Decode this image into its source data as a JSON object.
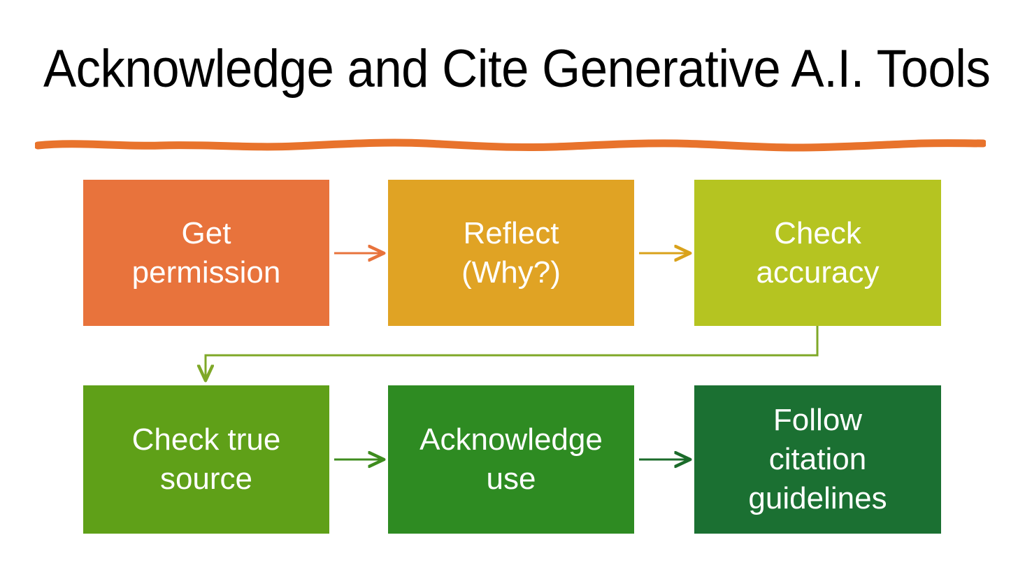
{
  "slide": {
    "title": "Acknowledge and Cite Generative A.I. Tools",
    "background_color": "#FFFFFF",
    "title_color": "#000000"
  },
  "divider": {
    "name": "wavy-orange-rule",
    "color": "#E8732C"
  },
  "flow": {
    "type": "process-flowchart",
    "layout": "3-columns-x-2-rows-serpentine",
    "nodes": [
      {
        "id": "step-1",
        "order": 1,
        "label": "Get\npermission",
        "color": "#E8733C",
        "text_color": "#FFFFFF",
        "row": 1,
        "col": 1
      },
      {
        "id": "step-2",
        "order": 2,
        "label": "Reflect\n(Why?)",
        "color": "#E0A324",
        "text_color": "#FFFFFF",
        "row": 1,
        "col": 2
      },
      {
        "id": "step-3",
        "order": 3,
        "label": "Check\naccuracy",
        "color": "#B5C421",
        "text_color": "#FFFFFF",
        "row": 1,
        "col": 3
      },
      {
        "id": "step-4",
        "order": 4,
        "label": "Check true\nsource",
        "color": "#5FA018",
        "text_color": "#FFFFFF",
        "row": 2,
        "col": 1
      },
      {
        "id": "step-5",
        "order": 5,
        "label": "Acknowledge\nuse",
        "color": "#2E8B22",
        "text_color": "#FFFFFF",
        "row": 2,
        "col": 2
      },
      {
        "id": "step-6",
        "order": 6,
        "label": "Follow\ncitation\nguidelines",
        "color": "#1B7032",
        "text_color": "#FFFFFF",
        "row": 2,
        "col": 3
      }
    ],
    "connectors": [
      {
        "id": "arrow-1-to-2",
        "from": "step-1",
        "to": "step-2",
        "shape": "straight-right",
        "color": "#E8733C"
      },
      {
        "id": "arrow-2-to-3",
        "from": "step-2",
        "to": "step-3",
        "shape": "straight-right",
        "color": "#D9A21B"
      },
      {
        "id": "arrow-3-to-4",
        "from": "step-3",
        "to": "step-4",
        "shape": "elbow-down-left-down",
        "color": "#7FA828"
      },
      {
        "id": "arrow-4-to-5",
        "from": "step-4",
        "to": "step-5",
        "shape": "straight-right",
        "color": "#3E8C1E"
      },
      {
        "id": "arrow-5-to-6",
        "from": "step-5",
        "to": "step-6",
        "shape": "straight-right",
        "color": "#1B6B2A"
      }
    ]
  }
}
